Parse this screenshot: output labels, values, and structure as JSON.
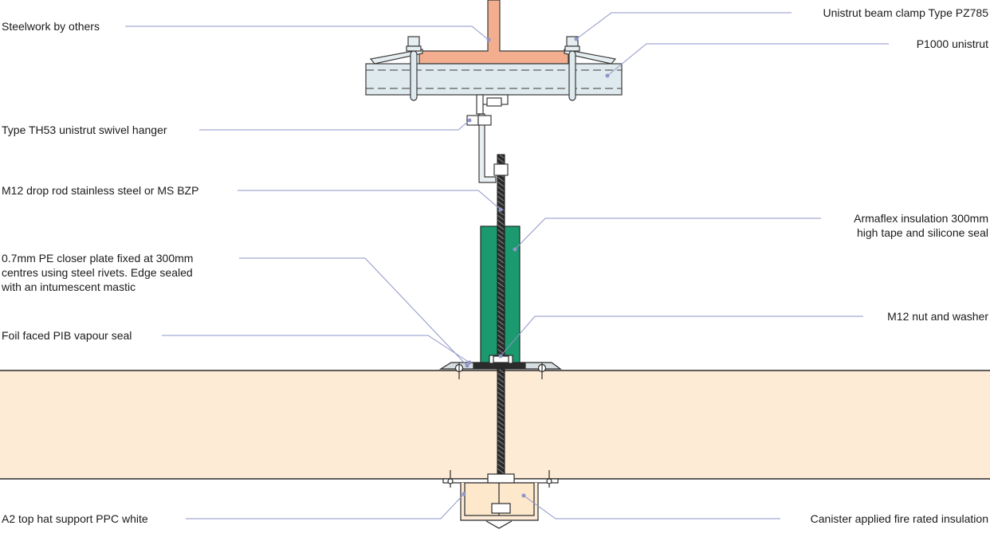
{
  "labels": {
    "steelwork": "Steelwork by others",
    "beam_clamp": "Unistrut beam clamp Type PZ785",
    "unistrut": "P1000 unistrut",
    "swivel_hanger": "Type TH53 unistrut swivel hanger",
    "drop_rod": "M12 drop rod stainless steel or MS BZP",
    "armaflex_line1": "Armaflex insulation 300mm",
    "armaflex_line2": "high tape and silicone seal",
    "closer_line1": "0.7mm PE closer plate fixed at 300mm",
    "closer_line2": "centres using steel rivets. Edge sealed",
    "closer_line3": "with an intumescent mastic",
    "nut_washer": "M12 nut and washer",
    "vapour_seal": "Foil faced PIB vapour seal",
    "top_hat": "A2 top hat support PPC white",
    "canister": "Canister applied fire rated insulation"
  },
  "colors": {
    "steel": "#f2ae8e",
    "unistrut": "#dfeaee",
    "insulation": "#1a9a6e",
    "panel": "#fdebd6",
    "leader": "#8f95c8",
    "rod": "#2b2b2b",
    "outline": "#3a3a3a"
  }
}
